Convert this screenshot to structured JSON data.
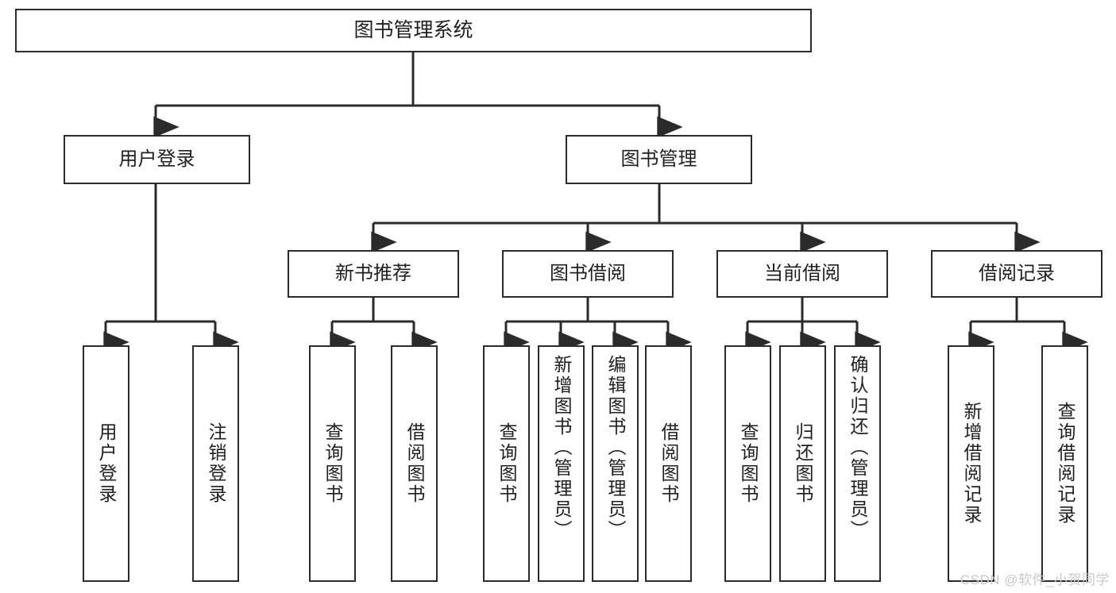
{
  "diagram": {
    "title": "图书管理系统",
    "type": "tree-hierarchy-chart",
    "watermark": "CSDN @软件_小贺同学",
    "colors": {
      "box_border": "#2b2b2b",
      "box_fill": "#ffffff",
      "edge": "#2b2b2b",
      "text": "#1f1f1f",
      "watermark": "#c9c9c9",
      "background": "#ffffff"
    }
  },
  "nodes": {
    "root": {
      "label": "图书管理系统"
    },
    "level1": [
      {
        "id": "user-login",
        "label": "用户登录"
      },
      {
        "id": "book-management",
        "label": "图书管理"
      }
    ],
    "level2": [
      {
        "id": "new-book-recommend",
        "label": "新书推荐"
      },
      {
        "id": "book-borrow",
        "label": "图书借阅"
      },
      {
        "id": "current-borrow",
        "label": "当前借阅"
      },
      {
        "id": "borrow-record",
        "label": "借阅记录"
      }
    ],
    "leaves": {
      "user_login": [
        {
          "id": "leaf-user-login",
          "label": "用户登录"
        },
        {
          "id": "leaf-logout-login",
          "label": "注销登录"
        }
      ],
      "new_book_recommend": [
        {
          "id": "leaf-query-book-1",
          "label": "查询图书"
        },
        {
          "id": "leaf-borrow-book-1",
          "label": "借阅图书"
        }
      ],
      "book_borrow": [
        {
          "id": "leaf-query-book-2",
          "label": "查询图书"
        },
        {
          "id": "leaf-add-book",
          "label": "新增图书（管理员）"
        },
        {
          "id": "leaf-edit-book",
          "label": "编辑图书（管理员）"
        },
        {
          "id": "leaf-borrow-book-2",
          "label": "借阅图书"
        }
      ],
      "current_borrow": [
        {
          "id": "leaf-query-book-3",
          "label": "查询图书"
        },
        {
          "id": "leaf-return-book",
          "label": "归还图书"
        },
        {
          "id": "leaf-confirm-return",
          "label": "确认归还（管理员）"
        }
      ],
      "borrow_record": [
        {
          "id": "leaf-add-record",
          "label": "新增借阅记录"
        },
        {
          "id": "leaf-query-record",
          "label": "查询借阅记录"
        }
      ]
    }
  }
}
